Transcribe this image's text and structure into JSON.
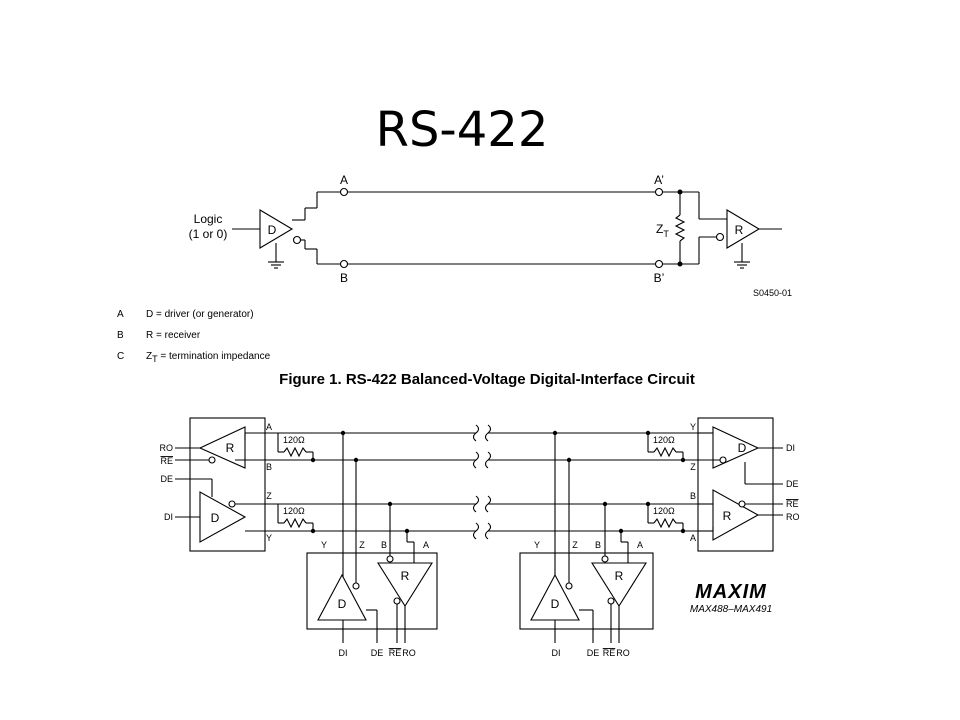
{
  "slide": {
    "title": "RS-422"
  },
  "figure1": {
    "input_label_line1": "Logic",
    "input_label_line2": "(1 or 0)",
    "driver_letter": "D",
    "receiver_letter": "R",
    "node_a": "A",
    "node_b": "B",
    "node_a_prime": "A’",
    "node_b_prime": "B’",
    "zt_main": "Z",
    "zt_sub": "T",
    "code": "S0450-01",
    "legend": [
      {
        "key": "A",
        "text": "D = driver (or generator)"
      },
      {
        "key": "B",
        "text": "R = receiver"
      },
      {
        "key": "C",
        "text_main": "Z",
        "text_sub": "T",
        "text_rest": " = termination impedance"
      }
    ],
    "caption": "Figure 1. RS-422 Balanced-Voltage Digital-Interface Circuit"
  },
  "figure2": {
    "resistor_label": "120Ω",
    "left_pins": {
      "ro": "RO",
      "re": "RE",
      "de": "DE",
      "di": "DI"
    },
    "right_pins": {
      "di": "DI",
      "de": "DE",
      "re": "RE",
      "ro": "RO"
    },
    "line_letters": {
      "a": "A",
      "b": "B",
      "z": "Z",
      "y": "Y"
    },
    "bottom_labels": {
      "y": "Y",
      "z": "Z",
      "b": "B",
      "a": "A",
      "di": "DI",
      "de": "DE",
      "re": "RE",
      "ro": "RO"
    },
    "brand": "MAXIM",
    "part": "MAX488–MAX491"
  }
}
